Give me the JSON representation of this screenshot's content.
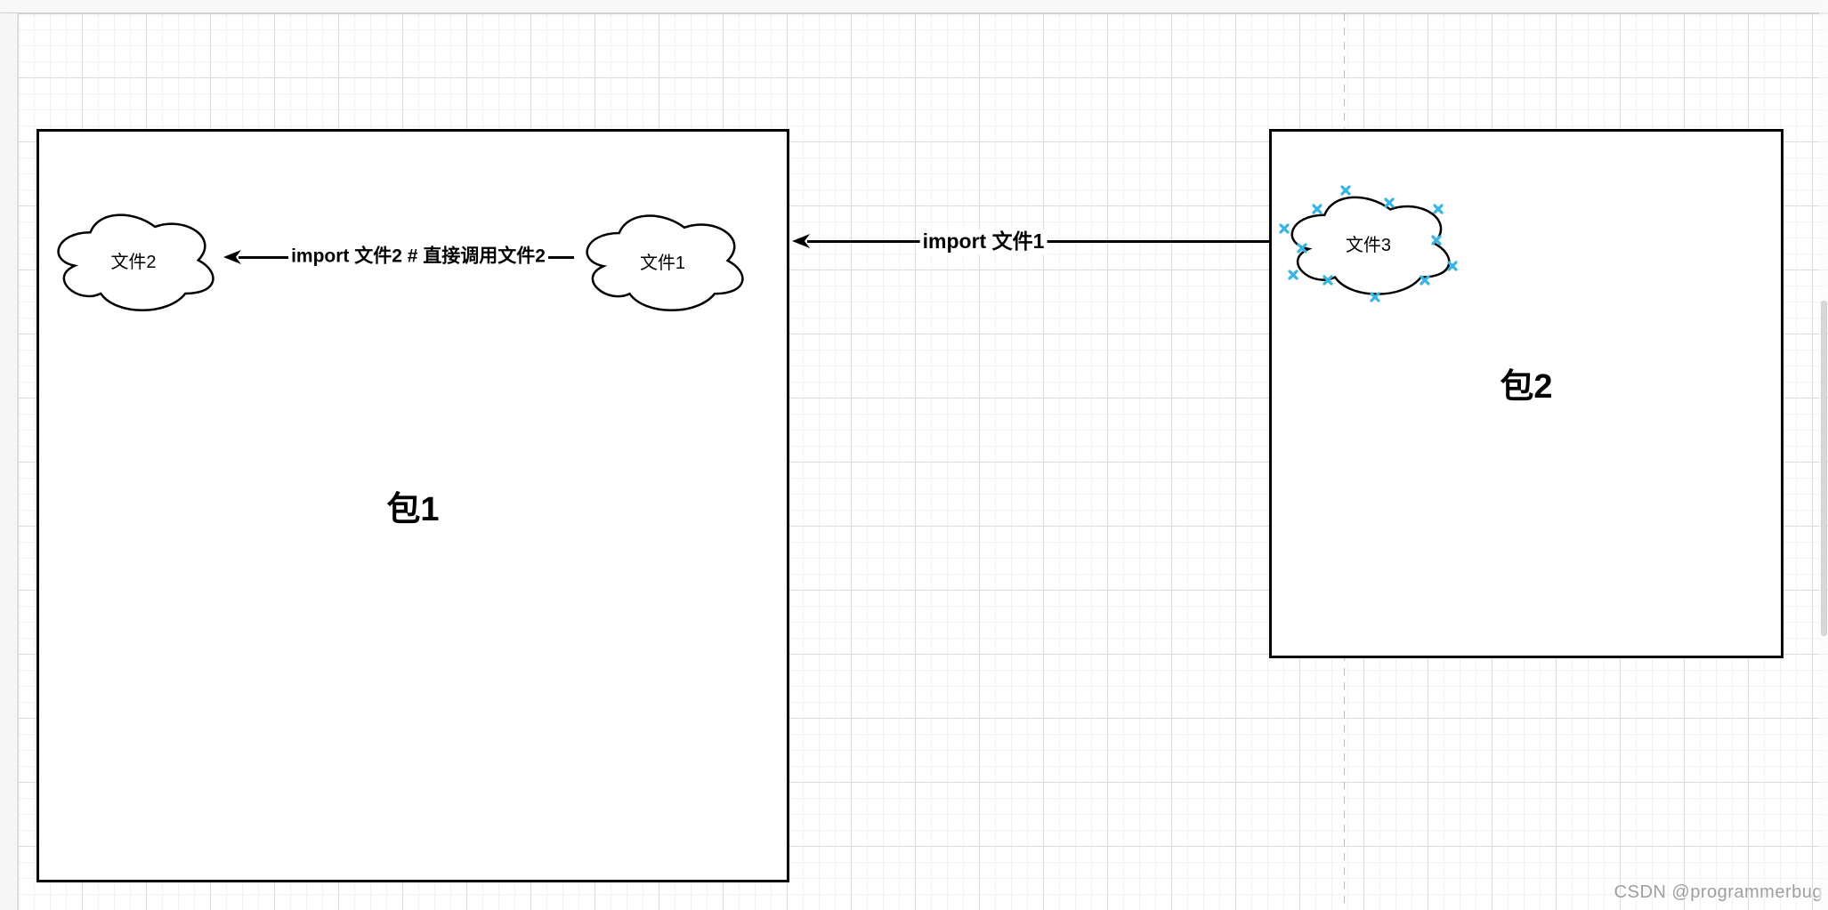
{
  "canvas": {
    "watermark": "CSDN @programmerbug",
    "background_outside": "#f8f8f8",
    "background_page": "#ffffff",
    "grid_minor_color": "#f2f2f2",
    "grid_major_color": "#dcdcdc",
    "page_break_color": "#b9b9b9",
    "shape_stroke_color": "#000000",
    "connection_point_color": "#33b5e5"
  },
  "diagram": {
    "packages": [
      {
        "label": "包1"
      },
      {
        "label": "包2"
      }
    ],
    "clouds": [
      {
        "label": "文件2",
        "selected": false
      },
      {
        "label": "文件1",
        "selected": false
      },
      {
        "label": "文件3",
        "selected": true
      }
    ],
    "edges": [
      {
        "label": "import 文件2 # 直接调用文件2",
        "from": "文件1",
        "to": "文件2"
      },
      {
        "label": "import 文件1",
        "from": "文件3",
        "to": "包1"
      }
    ]
  }
}
